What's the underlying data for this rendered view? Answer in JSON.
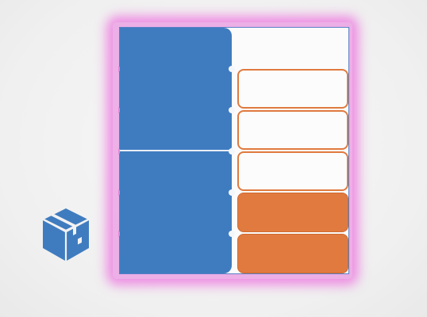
{
  "colors": {
    "background": "#f2f2f2",
    "highlight_glow": "#ec6ede",
    "container_border": "#5b7fc6",
    "block_blue": "#3f7cbf",
    "slot_orange": "#e07a3f",
    "slot_empty": "#fcfcfc",
    "icon_blue": "#3f7cbf"
  },
  "icons": {
    "package": "package-cube-icon"
  },
  "layout_grid": {
    "columns": 2,
    "left_column": {
      "blocks": [
        {
          "id": "blue-block-top",
          "state": "filled"
        },
        {
          "id": "blue-block-bottom",
          "state": "filled"
        }
      ]
    },
    "right_column": {
      "slots": [
        {
          "id": "slot-1",
          "state": "empty-no-border"
        },
        {
          "id": "slot-2",
          "state": "outlined"
        },
        {
          "id": "slot-3",
          "state": "outlined"
        },
        {
          "id": "slot-4",
          "state": "outlined"
        },
        {
          "id": "slot-5",
          "state": "filled"
        },
        {
          "id": "slot-6",
          "state": "filled"
        }
      ]
    }
  }
}
